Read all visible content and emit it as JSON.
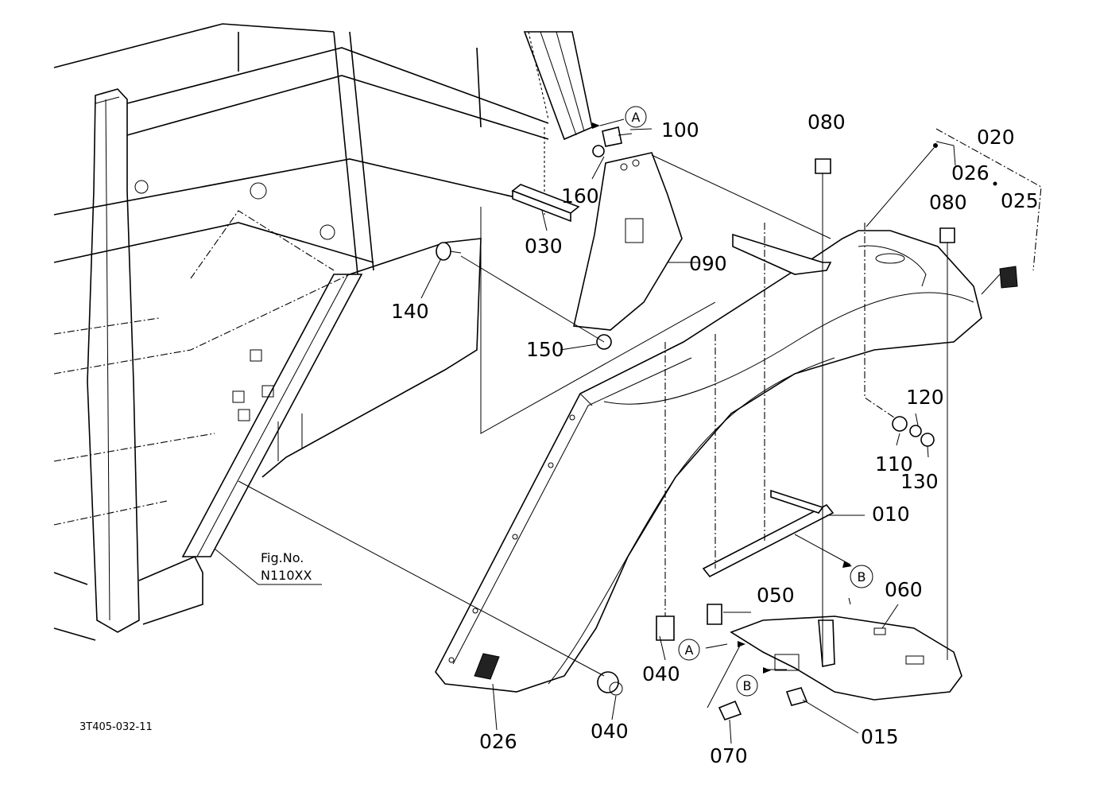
{
  "figure": {
    "drawing_id": "3T405-032-11",
    "fig_ref_label": "Fig.No.",
    "fig_ref_number": "N110XX"
  },
  "callouts": {
    "p010": "010",
    "p015": "015",
    "p020": "020",
    "p025": "025",
    "p026_a": "026",
    "p026_b": "026",
    "p030": "030",
    "p040_a": "040",
    "p040_b": "040",
    "p050": "050",
    "p060": "060",
    "p070": "070",
    "p080_a": "080",
    "p080_b": "080",
    "p090": "090",
    "p100": "100",
    "p110": "110",
    "p120": "120",
    "p130": "130",
    "p140": "140",
    "p150": "150",
    "p160": "160"
  },
  "markers": {
    "a_top": "A",
    "a_bottom": "A",
    "b_right": "B",
    "b_bottom": "B"
  }
}
